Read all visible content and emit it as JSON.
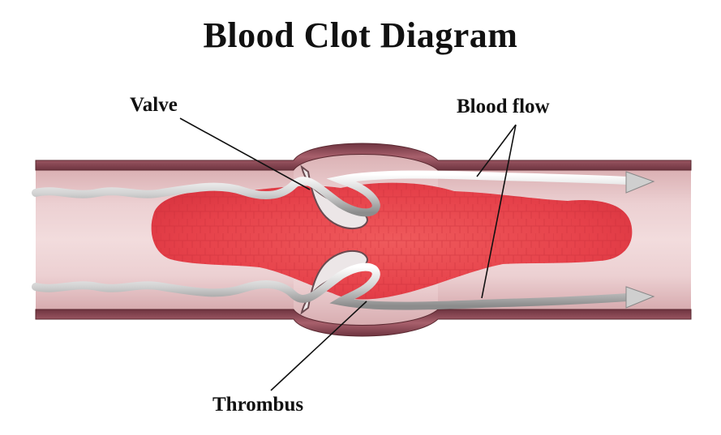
{
  "title": "Blood Clot Diagram",
  "labels": {
    "valve": "Valve",
    "blood_flow": "Blood flow",
    "thrombus": "Thrombus"
  },
  "colors": {
    "vessel_wall": "#8a4a55",
    "vessel_lumen": "#e6c4c6",
    "clot": "#e8484c",
    "flow_arrow": "#d8d8d8",
    "text": "#111111"
  }
}
